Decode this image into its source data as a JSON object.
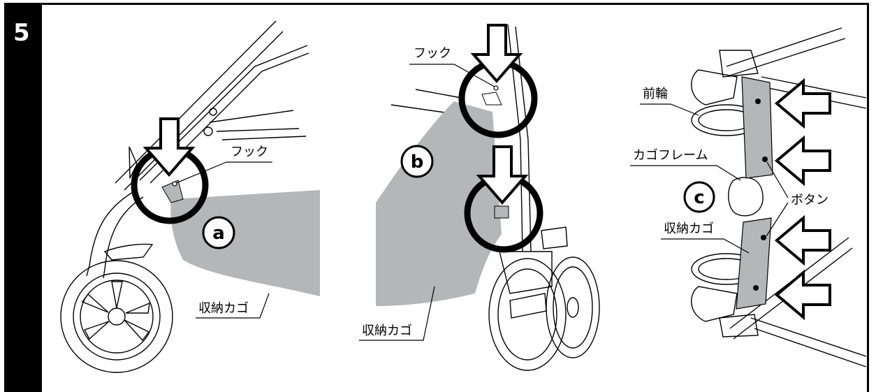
{
  "step_number": "5",
  "panel_a": {
    "badge": "a",
    "hook_label": "フック",
    "basket_label": "収納カゴ"
  },
  "panel_b": {
    "badge": "b",
    "hook_label": "フック",
    "basket_label": "収納カゴ"
  },
  "panel_c": {
    "badge": "c",
    "front_wheel_label": "前輪",
    "basket_frame_label": "カゴフレーム",
    "button_label": "ボタン",
    "basket_label": "収納カゴ"
  },
  "colors": {
    "basket_fill": "#b5b6b7",
    "line": "#000000",
    "background": "#ffffff"
  }
}
